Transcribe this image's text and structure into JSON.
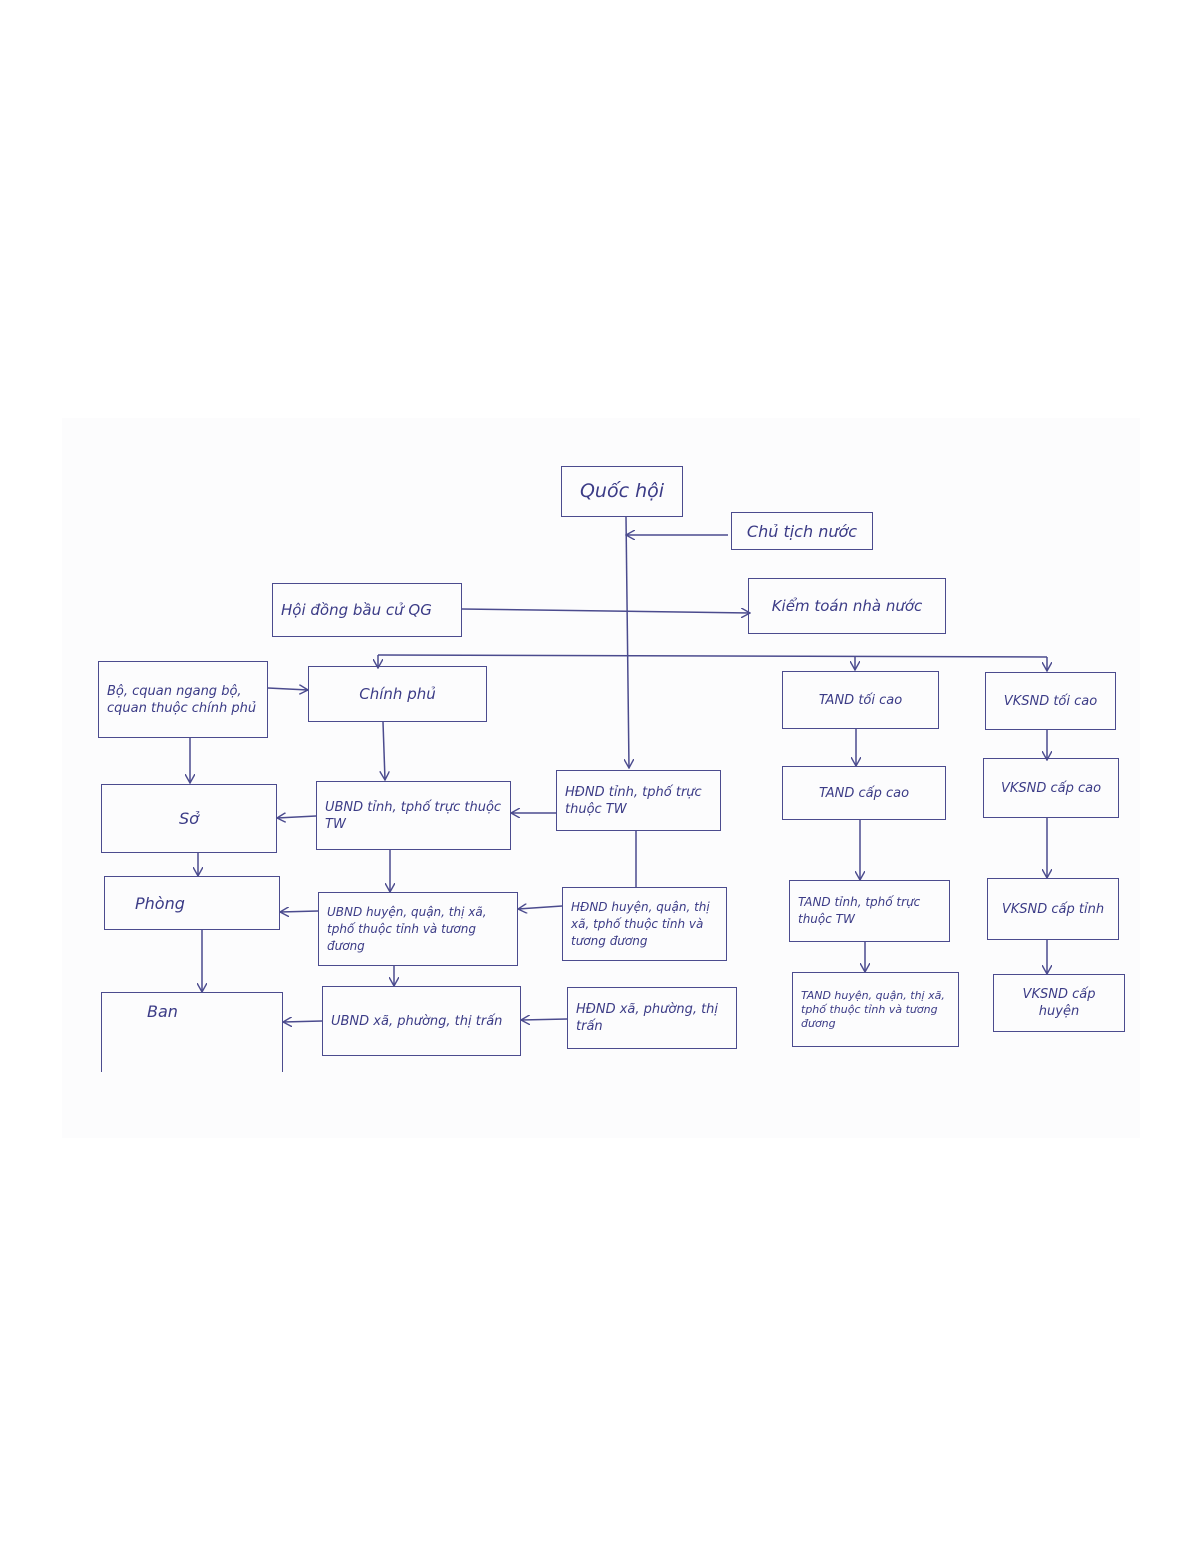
{
  "diagram": {
    "nodes": [
      {
        "id": "quoc_hoi",
        "label": "Quốc hội"
      },
      {
        "id": "chu_tich_nuoc",
        "label": "Chủ tịch nước"
      },
      {
        "id": "hoi_dong_bau_cu",
        "label": "Hội đồng bầu cử QG"
      },
      {
        "id": "kiem_toan",
        "label": "Kiểm toán nhà nước"
      },
      {
        "id": "bo",
        "label": "Bộ, cquan ngang bộ, cquan thuộc chính phủ"
      },
      {
        "id": "chinh_phu",
        "label": "Chính phủ"
      },
      {
        "id": "tand_toi_cao",
        "label": "TAND tối cao"
      },
      {
        "id": "vksnd_toi_cao",
        "label": "VKSND tối cao"
      },
      {
        "id": "so",
        "label": "Sở"
      },
      {
        "id": "ubnd_tinh",
        "label": "UBND tỉnh, tphố trực thuộc TW"
      },
      {
        "id": "hdnd_tinh",
        "label": "HĐND tỉnh, tphố trực thuộc TW"
      },
      {
        "id": "tand_cap_cao",
        "label": "TAND cấp cao"
      },
      {
        "id": "vksnd_cap_cao",
        "label": "VKSND cấp cao"
      },
      {
        "id": "phong",
        "label": "Phòng"
      },
      {
        "id": "ubnd_huyen",
        "label": "UBND huyện, quận, thị xã, tphố thuộc tỉnh và tương đương"
      },
      {
        "id": "hdnd_huyen",
        "label": "HĐND huyện, quận, thị xã, tphố thuộc tỉnh và tương đương"
      },
      {
        "id": "tand_tinh",
        "label": "TAND tỉnh, tphố trực thuộc TW"
      },
      {
        "id": "vksnd_cap_tinh",
        "label": "VKSND cấp tỉnh"
      },
      {
        "id": "ban",
        "label": "Ban"
      },
      {
        "id": "ubnd_xa",
        "label": "UBND xã, phường, thị trấn"
      },
      {
        "id": "hdnd_xa",
        "label": "HĐND xã, phường, thị trấn"
      },
      {
        "id": "tand_huyen",
        "label": "TAND huyện, quận, thị xã, tphố thuộc tỉnh và tương đương"
      },
      {
        "id": "vksnd_cap_huyen",
        "label": "VKSND cấp huyện"
      }
    ]
  }
}
